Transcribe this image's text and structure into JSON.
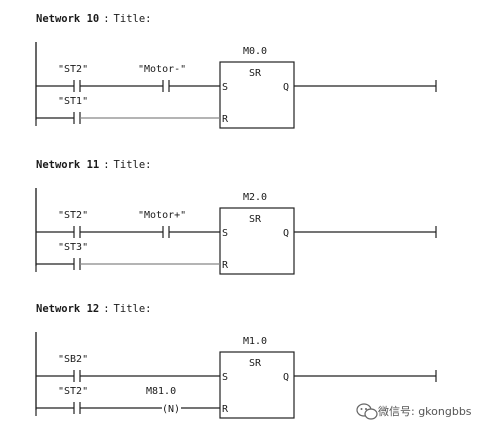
{
  "networks": [
    {
      "header": "Network 10",
      "title_sep": ":",
      "title": "Title:",
      "block_name": "M0.0",
      "block_type": "SR",
      "pin_s": "S",
      "pin_r": "R",
      "pin_q": "Q",
      "contact_set_1": "\"ST2\"",
      "contact_set_2": "\"Motor-\"",
      "contact_reset_1": "\"ST1\"",
      "reset_has_coil": false
    },
    {
      "header": "Network 11",
      "title_sep": ":",
      "title": "Title:",
      "block_name": "M2.0",
      "block_type": "SR",
      "pin_s": "S",
      "pin_r": "R",
      "pin_q": "Q",
      "contact_set_1": "\"ST2\"",
      "contact_set_2": "\"Motor+\"",
      "contact_reset_1": "\"ST3\"",
      "reset_has_coil": false
    },
    {
      "header": "Network 12",
      "title_sep": ":",
      "title": "Title:",
      "block_name": "M1.0",
      "block_type": "SR",
      "pin_s": "S",
      "pin_r": "R",
      "pin_q": "Q",
      "contact_set_1": "\"SB2\"",
      "contact_reset_1": "\"ST2\"",
      "reset_coil_label": "M81.0",
      "reset_coil_symbol": "(N)",
      "reset_has_coil": true
    }
  ],
  "watermark": {
    "icon": "wechat-icon",
    "text": "微信号: gkongbbs"
  }
}
